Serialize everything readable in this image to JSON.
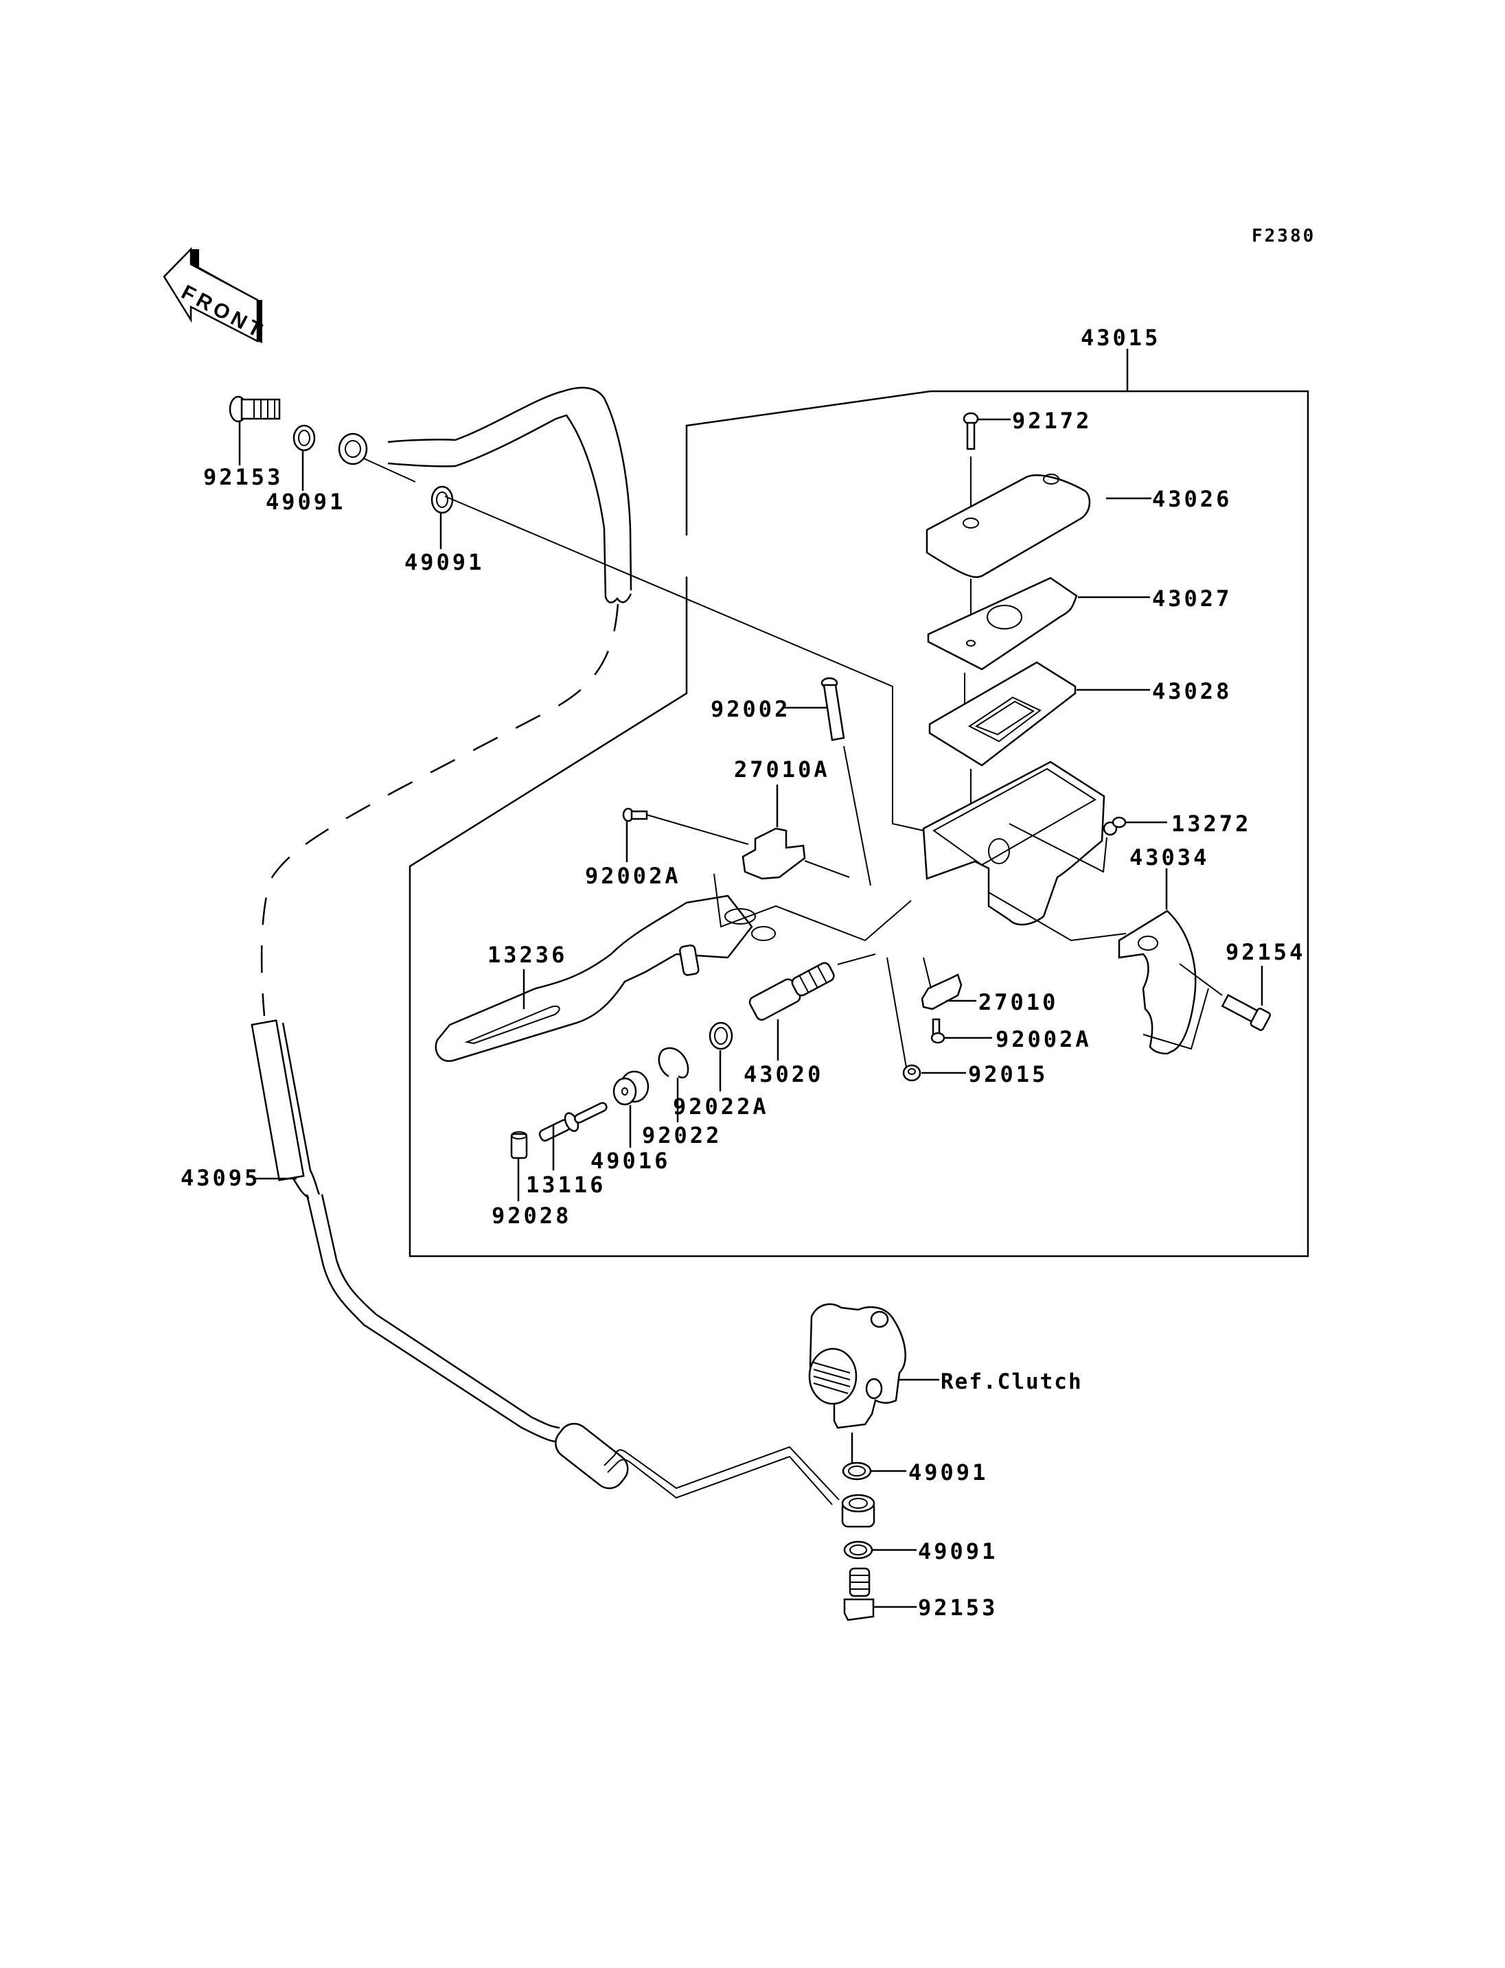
{
  "figure_code": "F2380",
  "orientation_indicator": {
    "label": "FRONT",
    "icon": "front-arrow-icon"
  },
  "assembly_label": "43015",
  "reference_label": "Ref.Clutch",
  "parts": {
    "bolt_banjo_top": "92153",
    "washer_top_left": "49091",
    "washer_top_right": "49091",
    "reservoir_screw": "92172",
    "reservoir_cap": "43026",
    "plate": "43027",
    "diaphragm": "43028",
    "pivot_bolt": "92002",
    "switch_a": "27010A",
    "switch_a_screw": "92002A",
    "bleeder_screw": "13272",
    "holder": "43034",
    "lever": "13236",
    "holder_bolt": "92154",
    "switch": "27010",
    "switch_screw": "92002A",
    "piston_kit": "43020",
    "nut": "92015",
    "washer_piston": "92022A",
    "circlip": "92022",
    "boot": "49016",
    "push_rod": "13116",
    "cap": "92028",
    "hose": "43095",
    "washer_clutch_upper": "49091",
    "washer_clutch_lower": "49091",
    "bolt_banjo_bottom": "92153"
  }
}
